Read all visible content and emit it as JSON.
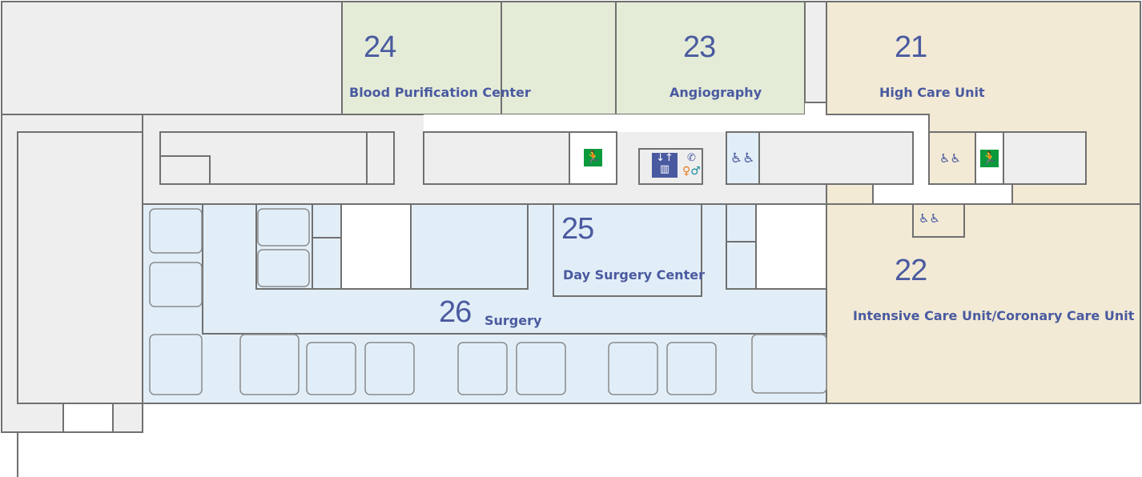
{
  "colors": {
    "general": "#eeeeee",
    "green_zone": "#e4ecd8",
    "beige_zone": "#f2ead5",
    "surgery_zone": "#e2eef7",
    "text": "#4a5aa0",
    "exit": "#0a9a3c"
  },
  "rooms": [
    {
      "number": "24",
      "name": "Blood Purification Center"
    },
    {
      "number": "23",
      "name": "Angiography"
    },
    {
      "number": "21",
      "name": "High Care Unit"
    },
    {
      "number": "25",
      "name": "Day Surgery Center"
    },
    {
      "number": "22",
      "name": "Intensive Care Unit/Coronary Care Unit"
    },
    {
      "number": "26",
      "name": "Surgery"
    }
  ],
  "icons": [
    "emergency-exit-icon",
    "elevator-icon",
    "telephone-icon",
    "restroom-icon",
    "waiting-area-icon"
  ]
}
